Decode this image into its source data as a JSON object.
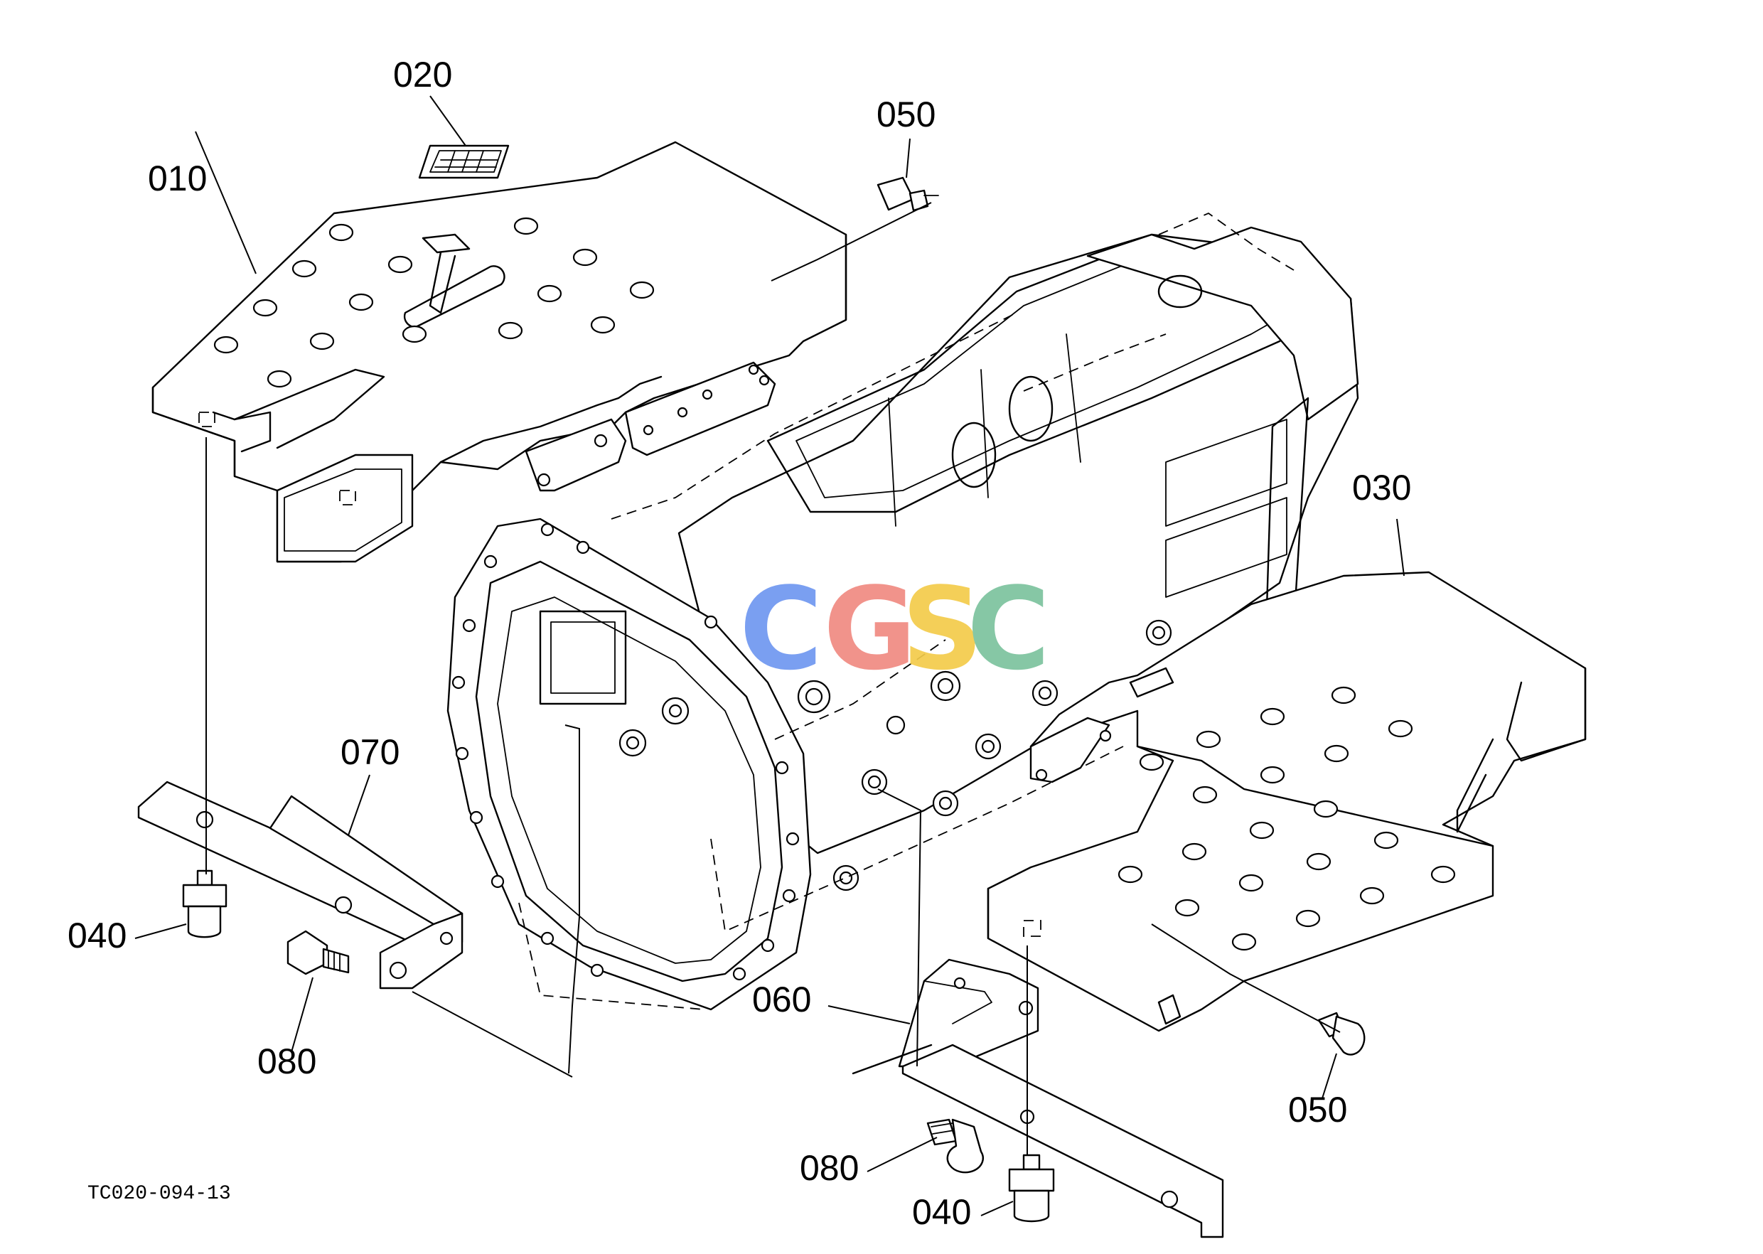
{
  "diagram": {
    "drawing_code": "TC020-094-13",
    "watermark": {
      "letters": [
        "C",
        "G",
        "S",
        "C"
      ],
      "colors": [
        "#6f97f0",
        "#f08a82",
        "#f4cc4a",
        "#7cc39e"
      ]
    },
    "callouts": [
      {
        "id": "010",
        "text": "010"
      },
      {
        "id": "020",
        "text": "020"
      },
      {
        "id": "050-top",
        "text": "050"
      },
      {
        "id": "030",
        "text": "030"
      },
      {
        "id": "070",
        "text": "070"
      },
      {
        "id": "040-left",
        "text": "040"
      },
      {
        "id": "080-left",
        "text": "080"
      },
      {
        "id": "060",
        "text": "060"
      },
      {
        "id": "050-bottom",
        "text": "050"
      },
      {
        "id": "080-bottom",
        "text": "080"
      },
      {
        "id": "040-bottom",
        "text": "040"
      }
    ]
  }
}
